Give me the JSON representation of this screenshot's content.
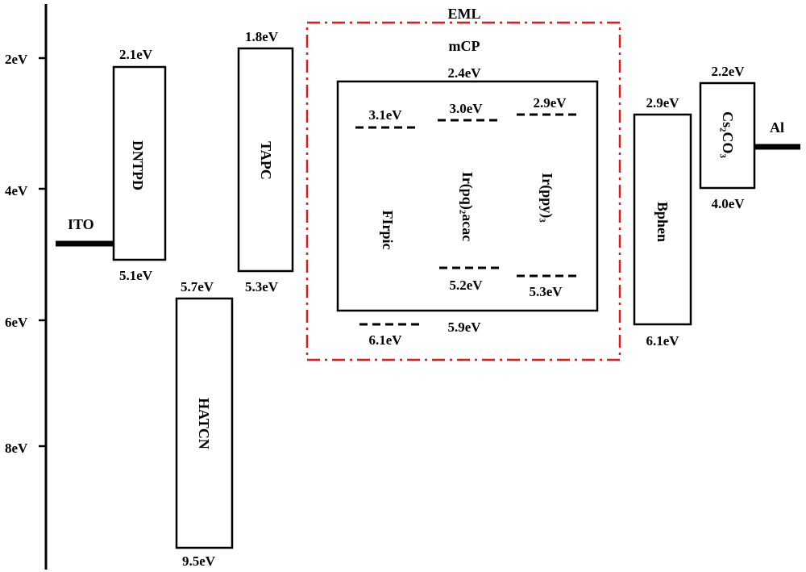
{
  "axis": {
    "ticks": [
      "2eV",
      "4eV",
      "6eV",
      "8eV"
    ]
  },
  "electrodes": {
    "ito": "ITO",
    "al": "Al"
  },
  "layers": {
    "dntpd": {
      "name": "DNTPD",
      "top": "2.1eV",
      "bottom": "5.1eV"
    },
    "hatcn": {
      "name": "HATCN",
      "top": "5.7eV",
      "bottom": "9.5eV"
    },
    "tapc": {
      "name": "TAPC",
      "top": "1.8eV",
      "bottom": "5.3eV"
    },
    "bphen": {
      "name": "Bphen",
      "top": "2.9eV",
      "bottom": "6.1eV"
    },
    "cs2co3": {
      "name": "Cs₂CO₃",
      "top": "2.2eV",
      "bottom": "4.0eV"
    }
  },
  "eml": {
    "title": "EML",
    "host": {
      "name": "mCP",
      "top": "2.4eV",
      "bottom": "5.9eV"
    },
    "dopants": [
      {
        "name": "FIrpic",
        "top": "3.1eV",
        "bottom": "6.1eV"
      },
      {
        "name": "Ir(pq)₂acac",
        "top": "3.0eV",
        "bottom": "5.2eV"
      },
      {
        "name": "Ir(ppy)₃",
        "top": "2.9eV",
        "bottom": "5.3eV"
      }
    ]
  },
  "colors": {
    "eml_border": "#e0191b"
  }
}
